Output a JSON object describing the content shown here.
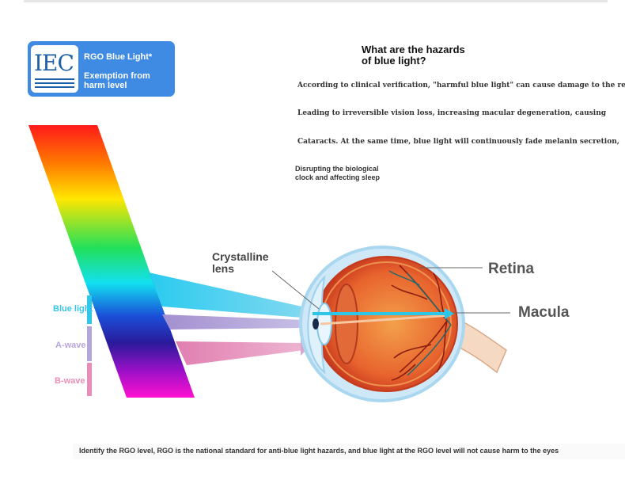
{
  "badge": {
    "logo_text": "IEC",
    "title": "RGO Blue Light*",
    "subtitle": "Exemption from\n harm level"
  },
  "hazards": {
    "title": "What are the hazards\n of blue light?",
    "paragraphs": [
      "According to clinical verification, \"harmful blue light\" can cause damage to the retina",
      "Leading to irreversible vision loss, increasing macular degeneration, causing",
      "Cataracts. At the same time, blue light will continuously fade melanin secretion,",
      "Disrupting the biological\n clock and affecting sleep"
    ]
  },
  "eye_labels": {
    "lens": "Crystalline\n lens",
    "retina": "Retina",
    "macula": "Macula"
  },
  "waves": {
    "blue": "Blue light",
    "a": "A-wave",
    "b": "B-wave"
  },
  "colors": {
    "badge": "#3f8ae2",
    "blue_beam": "#2ec6e6",
    "a_beam": "#a999d4",
    "b_beam": "#e28ab6",
    "eyeball": "#e65a2c",
    "sclera_outline": "#a9d7f0"
  },
  "footer": {
    "note": "Identify the RGO level, RGO is the national standard for anti-blue light hazards, and blue light at the RGO level will not cause harm to the eyes"
  }
}
